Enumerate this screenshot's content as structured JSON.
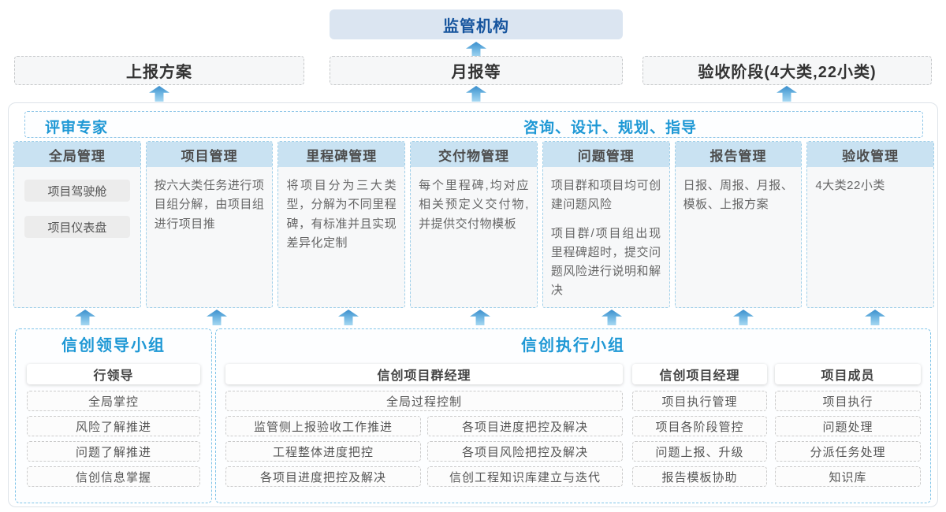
{
  "colors": {
    "accent": "#1e98d5",
    "regulator-text": "#17559e",
    "regulator-bg": "#dbe5f1",
    "col-header-bg": "#c9e2f2"
  },
  "top": {
    "regulator": "监管机构"
  },
  "flow_boxes": {
    "report_plan": "上报方案",
    "monthly": "月报等",
    "acceptance": "验收阶段(4大类,22小类)"
  },
  "platform": {
    "expert_label": "评审专家",
    "consult_label": "咨询、设计、规划、指导",
    "columns": [
      {
        "title": "全局管理",
        "pills": [
          "项目驾驶舱",
          "项目仪表盘"
        ],
        "paragraphs": []
      },
      {
        "title": "项目管理",
        "pills": [],
        "paragraphs": [
          "按六大类任务进行项目组分解，由项目组进行项目推"
        ]
      },
      {
        "title": "里程碑管理",
        "pills": [],
        "paragraphs": [
          "将项目分为三大类型，分解为不同里程碑，有标准并且实现差异化定制"
        ]
      },
      {
        "title": "交付物管理",
        "pills": [],
        "paragraphs": [
          "每个里程碑,均对应相关预定义交付物,并提供交付物模板"
        ]
      },
      {
        "title": "问题管理",
        "pills": [],
        "paragraphs": [
          "项目群和项目均可创建问题风险",
          "项目群/项目组出现里程碑超时，提交问题风险进行说明和解决"
        ]
      },
      {
        "title": "报告管理",
        "pills": [],
        "paragraphs": [
          "日报、周报、月报、模板、上报方案"
        ]
      },
      {
        "title": "验收管理",
        "pills": [],
        "paragraphs": [
          "4大类22小类"
        ]
      }
    ]
  },
  "groups": {
    "lead": {
      "title": "信创领导小组",
      "role": "行领导",
      "items": [
        "全局掌控",
        "风险了解推进",
        "问题了解推进",
        "信创信息掌握"
      ]
    },
    "exec": {
      "title": "信创执行小组",
      "pg_manager": {
        "role": "信创项目群经理",
        "wide_item": "全局过程控制",
        "items": [
          "监管侧上报验收工作推进",
          "各项目进度把控及解决",
          "工程整体进度把控",
          "各项目风险把控及解决",
          "各项目进度把控及解决",
          "信创工程知识库建立与迭代"
        ]
      },
      "pm": {
        "role": "信创项目经理",
        "items": [
          "项目执行管理",
          "项目各阶段管控",
          "问题上报、升级",
          "报告模板协助"
        ]
      },
      "member": {
        "role": "项目成员",
        "items": [
          "项目执行",
          "问题处理",
          "分派任务处理",
          "知识库"
        ]
      }
    }
  }
}
